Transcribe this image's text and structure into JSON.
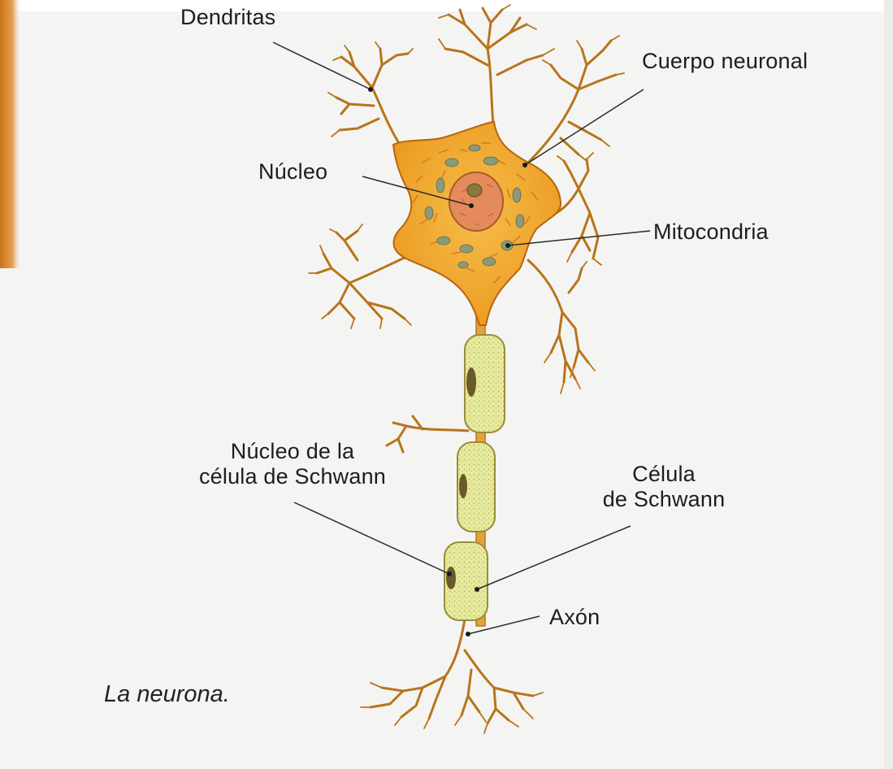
{
  "labels": {
    "dendritas": "Dendritas",
    "cuerpo_neuronal": "Cuerpo neuronal",
    "nucleo": "Núcleo",
    "mitocondria": "Mitocondria",
    "nucleo_schwann_line1": "Núcleo de la",
    "nucleo_schwann_line2": "célula de Schwann",
    "celula_schwann_line1": "Célula",
    "celula_schwann_line2": "de Schwann",
    "axon": "Axón"
  },
  "caption": "La neurona.",
  "colors": {
    "cell_body": "#f0a526",
    "cell_body_edge": "#b8640e",
    "nucleus": "#e58a5c",
    "nucleolus": "#8a7a3a",
    "mitochondria": "#8a9a7a",
    "schwann": "#e7ea9e",
    "schwann_edge": "#9a8c3a",
    "dendrite": "#b8741a"
  }
}
